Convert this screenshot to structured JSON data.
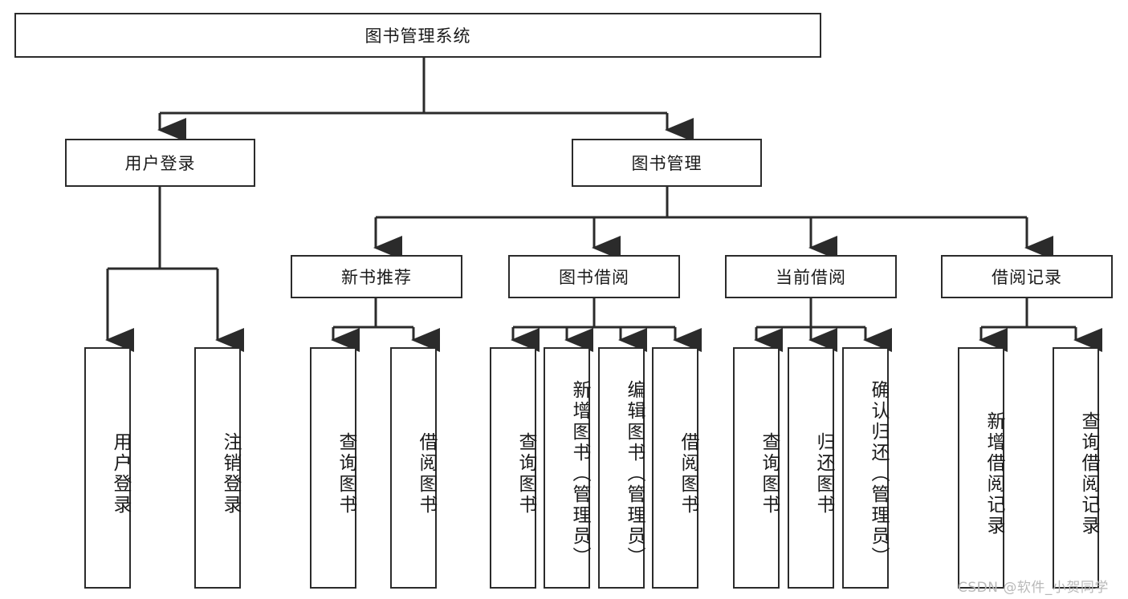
{
  "diagram": {
    "title_text": "图书管理系统",
    "type": "hierarchy-tree",
    "stroke_color": "#2b2b2b",
    "fill_color": "#ffffff",
    "text_color": "#1a1a1a"
  },
  "root": {
    "label": "图书管理系统"
  },
  "level2": [
    {
      "label": "用户登录"
    },
    {
      "label": "图书管理"
    }
  ],
  "level3": [
    {
      "label": "新书推荐"
    },
    {
      "label": "图书借阅"
    },
    {
      "label": "当前借阅"
    },
    {
      "label": "借阅记录"
    }
  ],
  "leaves": {
    "user_login": [
      {
        "label": "用户登录"
      },
      {
        "label": "注销登录"
      }
    ],
    "new_book_recommend": [
      {
        "label": "查询图书"
      },
      {
        "label": "借阅图书"
      }
    ],
    "book_borrow": [
      {
        "label": "查询图书"
      },
      {
        "label": "新增图书（管理员）"
      },
      {
        "label": "编辑图书（管理员）"
      },
      {
        "label": "借阅图书"
      }
    ],
    "current_borrow": [
      {
        "label": "查询图书"
      },
      {
        "label": "归还图书"
      },
      {
        "label": "确认归还（管理员）"
      }
    ],
    "borrow_record": [
      {
        "label": "新增借阅记录"
      },
      {
        "label": "查询借阅记录"
      }
    ]
  },
  "watermark": {
    "text": "CSDN @软件_小贺同学"
  }
}
